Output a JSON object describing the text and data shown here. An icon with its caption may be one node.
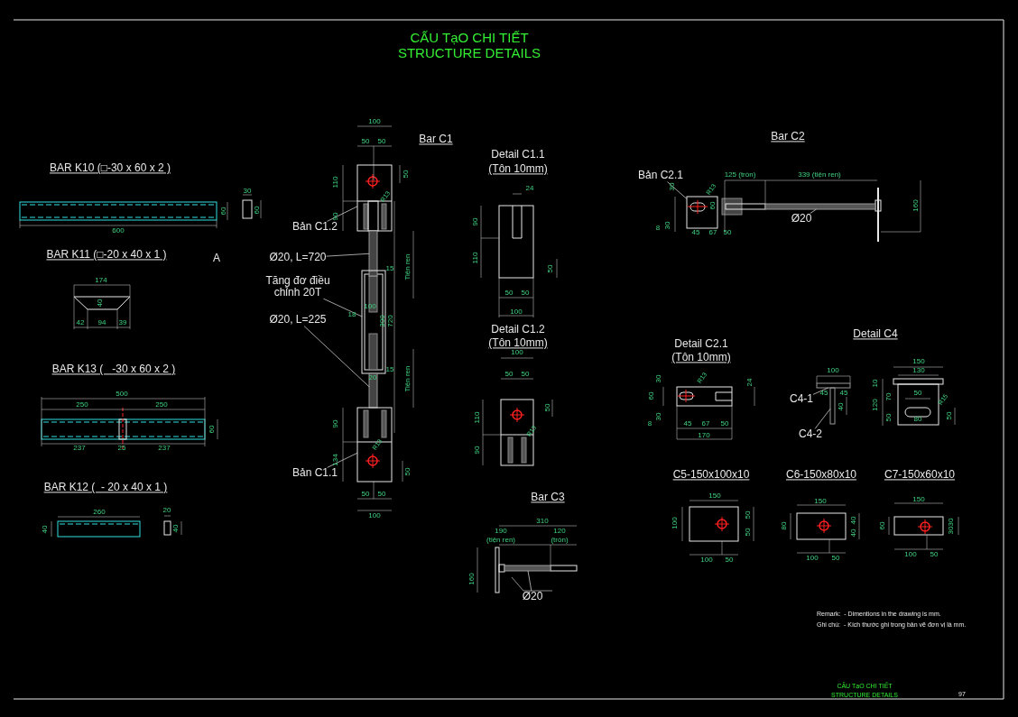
{
  "diagram": {
    "title": "CẤU TạO CHI TIẾT STRUCTURE DETAILS",
    "nodes": [
      {
        "text": [
          "Bản C1.2"
        ]
      },
      {
        "text": [
          "Ø20, L=720"
        ]
      },
      {
        "text": [
          "Tăng đơ điều chỉnh 20T"
        ]
      },
      {
        "text": [
          "Ø20, L=225"
        ]
      },
      {
        "text": [
          "Bản C1.1"
        ]
      },
      {
        "text": [
          "Bản C2.1"
        ]
      },
      {
        "text": [
          "Ø20"
        ]
      },
      {
        "text": [
          "C4-1"
        ]
      },
      {
        "text": [
          "C4-2"
        ]
      },
      {
        "text": [
          "Ø20"
        ]
      },
      {
        "text": [],
        "shape": "box"
      },
      {
        "text": [],
        "shape": "bar"
      },
      {
        "text": [],
        "shape": "box"
      },
      {
        "text": [],
        "shape": "bar"
      },
      {
        "text": [],
        "shape": "box"
      },
      {
        "text": [],
        "shape": "box"
      },
      {
        "text": [],
        "shape": "bar"
      },
      {
        "text": [],
        "shape": "bar"
      },
      {
        "text": [],
        "shape": "bar"
      },
      {
        "text": [],
        "shape": "bar"
      }
    ],
    "edges": [
      {
        "from": 0,
        "to": 10,
        "arrow": "none"
      },
      {
        "from": 1,
        "to": 11,
        "arrow": "none"
      },
      {
        "from": 2,
        "to": 12,
        "arrow": "none"
      },
      {
        "from": 3,
        "to": 13,
        "arrow": "none"
      },
      {
        "from": 4,
        "to": 14,
        "arrow": "none"
      },
      {
        "from": 5,
        "to": 15,
        "arrow": "none"
      },
      {
        "from": 6,
        "to": 16,
        "arrow": "none"
      },
      {
        "from": 7,
        "to": 17,
        "arrow": "none"
      },
      {
        "from": 8,
        "to": 18,
        "arrow": "none"
      },
      {
        "from": 9,
        "to": 19,
        "arrow": "none"
      }
    ],
    "labels": [
      "BAR K10 (□-30 x 60 x 2 )",
      "30",
      "60",
      "60",
      "600",
      "BAR K11 (□-20 x 40 x 1 )",
      "A",
      "174",
      "40",
      "42",
      "94",
      "39",
      "BAR K13 (   -30 x 60 x 2 )",
      "500",
      "250",
      "250",
      "60",
      "237",
      "25",
      "237",
      "BAR K12 (  - 20 x 40 x 1 )",
      "260",
      "40",
      "20",
      "40",
      "Bar C1",
      "100",
      "50",
      "50",
      "110",
      "50",
      "90",
      "R13",
      "Tiện ren",
      "15",
      "100",
      "18",
      "300",
      "720",
      "15",
      "20",
      "Tiện ren",
      "90",
      "134",
      "R13",
      "50",
      "50",
      "50",
      "100",
      "Detail C1.1",
      "(Tôn 10mm)",
      "24",
      "90",
      "110",
      "50",
      "50",
      "50",
      "100",
      "Detail C1.2",
      "(Tôn 10mm)",
      "100",
      "50",
      "50",
      "50",
      "110",
      "R13",
      "90",
      "Bar C3",
      "310",
      "190",
      "(tiện ren)",
      "120",
      "(tròn)",
      "160",
      "Bar C2",
      "30",
      "R13",
      "60",
      "125 (tròn)",
      "339 (tiện ren)",
      "160",
      "8",
      "30",
      "45",
      "67",
      "50",
      "Detail C2.1",
      "(Tôn 10mm)",
      "30",
      "R13",
      "24",
      "60",
      "30",
      "8",
      "45",
      "67",
      "50",
      "170",
      "Detail C4",
      "100",
      "45",
      "45",
      "40",
      "150",
      "130",
      "10",
      "50",
      "70",
      "120",
      "R15",
      "50",
      "80",
      "50",
      "C5-150x100x10",
      "150",
      "100",
      "50",
      "50",
      "100",
      "50",
      "C6-150x80x10",
      "150",
      "80",
      "40",
      "40",
      "100",
      "50",
      "C7-150x60x10",
      "150",
      "60",
      "30",
      "30",
      "100",
      "50",
      "Remark:  - Dimentions in the drawing is mm.",
      "Ghi chú:  - Kích thước ghi trong bản vẽ đơn vị là mm.",
      "CẤU TạO CHI TIẾT",
      "STRUCTURE DETAILS",
      "97"
    ]
  }
}
